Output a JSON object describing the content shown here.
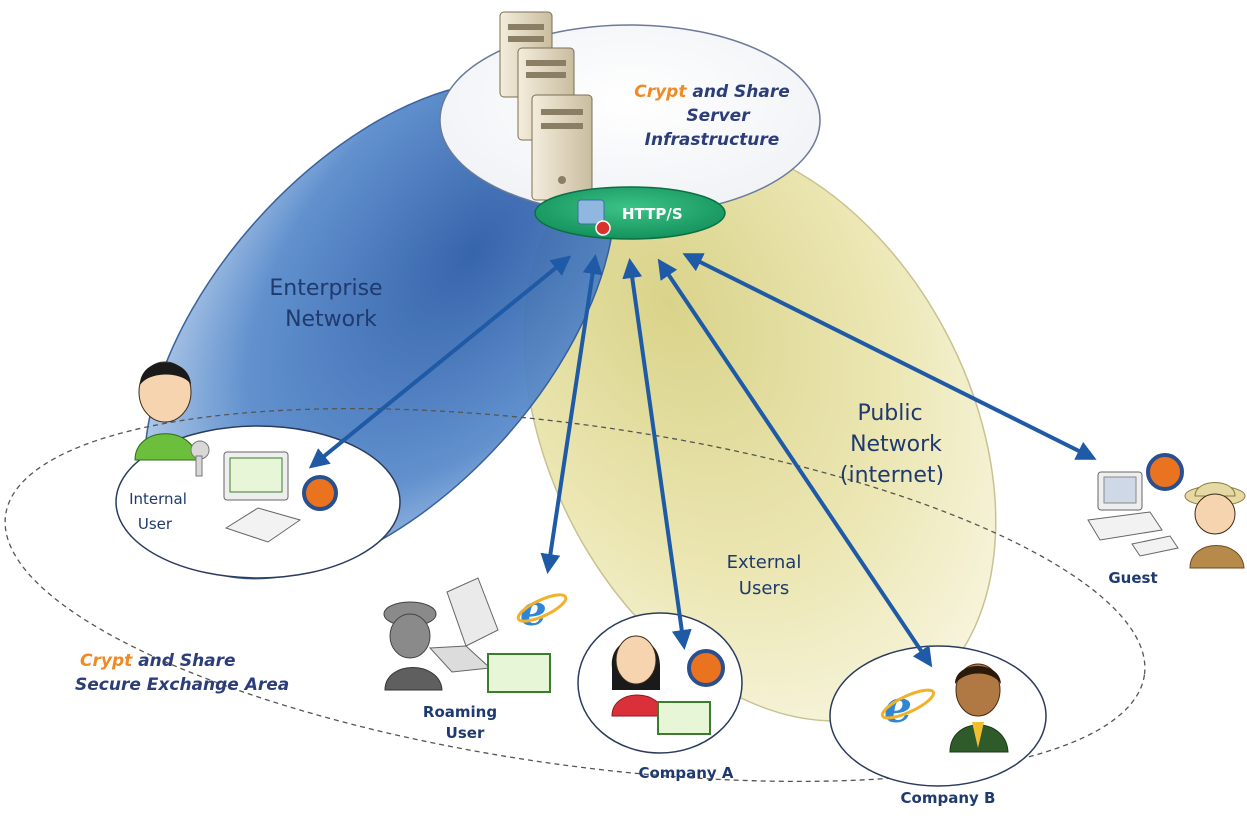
{
  "diagram": {
    "infrastructure": {
      "brand_word": "Crypt",
      "line1_rest": " and Share",
      "line2": "Server",
      "line3": "Infrastructure"
    },
    "gateway_label": "HTTP/S",
    "enterprise_network": {
      "line1": "Enterprise",
      "line2": "Network"
    },
    "public_network": {
      "line1": "Public",
      "line2": "Network",
      "line3": "(internet)"
    },
    "external_users": {
      "line1": "External",
      "line2": "Users"
    },
    "secure_area": {
      "brand_word": "Crypt",
      "line1_rest": " and Share",
      "line2": "Secure Exchange Area"
    },
    "nodes": {
      "internal_user": {
        "line1": "Internal",
        "line2": "User"
      },
      "roaming_user": {
        "line1": "Roaming",
        "line2": "User"
      },
      "company_a": "Company A",
      "company_b": "Company B",
      "guest": "Guest"
    },
    "colors": {
      "enterprise": "#4f82c4",
      "public": "#e6e0a0",
      "gateway": "#1aa56a",
      "arrow": "#1f5aa6",
      "brand_orange": "#f08a24",
      "text_navy": "#1e3a6e"
    }
  }
}
